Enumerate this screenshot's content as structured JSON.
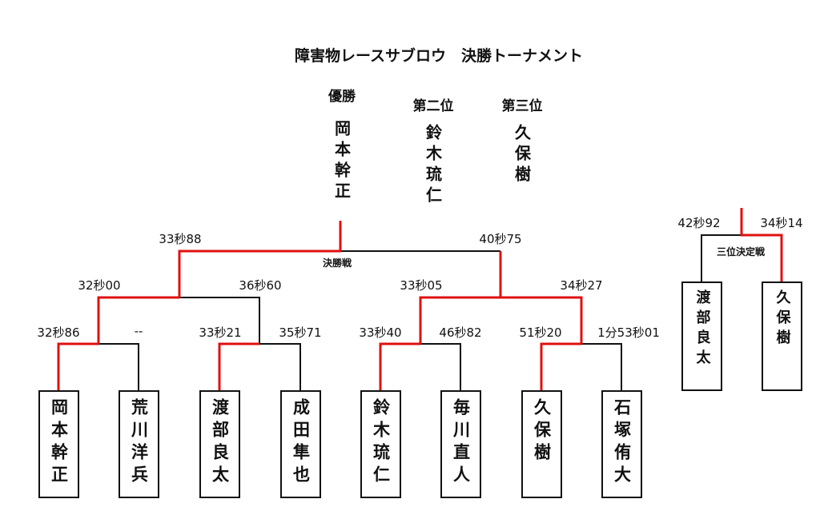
{
  "title": "障害物レースサブロウ　決勝トーナメント",
  "podium": [
    {
      "label": "優勝",
      "name": "岡本幹正"
    },
    {
      "label": "第二位",
      "name": "鈴木琉仁"
    },
    {
      "label": "第三位",
      "name": "久保樹"
    }
  ],
  "final": {
    "label": "決勝戦",
    "left_time": "33秒88",
    "right_time": "40秒75"
  },
  "semis": [
    {
      "left_time": "32秒00",
      "right_time": "36秒60"
    },
    {
      "left_time": "33秒05",
      "right_time": "34秒27"
    }
  ],
  "players": [
    {
      "name": "岡本幹正",
      "time": "32秒86"
    },
    {
      "name": "荒川洋兵",
      "time": "--"
    },
    {
      "name": "渡部良太",
      "time": "33秒21"
    },
    {
      "name": "成田隼也",
      "time": "35秒71"
    },
    {
      "name": "鈴木琉仁",
      "time": "33秒40"
    },
    {
      "name": "毎川直人",
      "time": "46秒82"
    },
    {
      "name": "久保樹",
      "time": "51秒20"
    },
    {
      "name": "石塚侑大",
      "time": "1分53秒01"
    }
  ],
  "third_place": {
    "label": "三位決定戦",
    "left": {
      "name": "渡部良太",
      "time": "42秒92"
    },
    "right": {
      "name": "久保樹",
      "time": "34秒14"
    }
  },
  "colors": {
    "winner_line": "#e01010",
    "line": "#111111"
  }
}
